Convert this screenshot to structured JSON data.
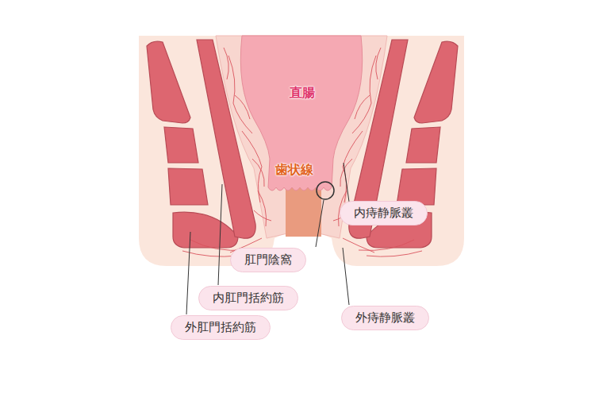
{
  "diagram": {
    "nodes": [
      {
        "text": [
          "内痔静脈叢"
        ]
      },
      {
        "text": [
          "肛門陰窩"
        ]
      },
      {
        "text": [
          "内肛門括約筋"
        ]
      },
      {
        "text": [
          "外痔静脈叢"
        ]
      },
      {
        "text": [
          "外肛門括約筋"
        ]
      }
    ],
    "labels": [
      "直腸",
      "歯状線"
    ]
  }
}
